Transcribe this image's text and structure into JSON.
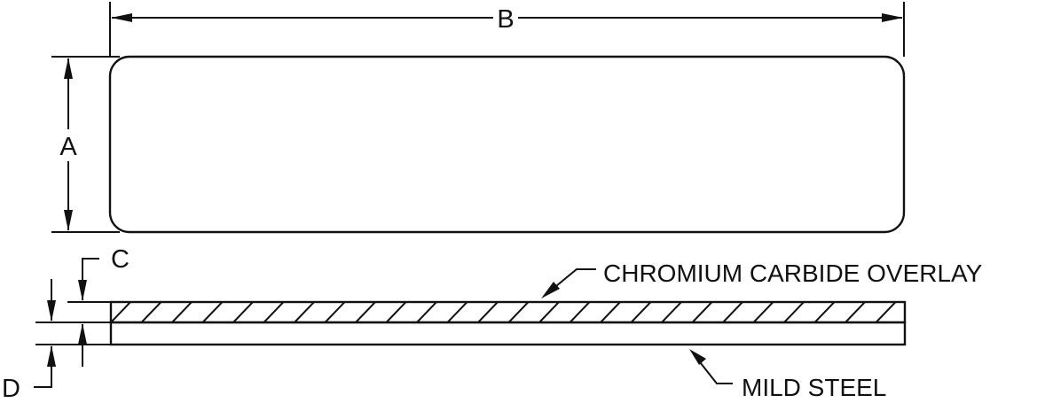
{
  "labels": {
    "dim_a": "A",
    "dim_b": "B",
    "dim_c": "C",
    "dim_d": "D",
    "overlay": "CHROMIUM CARBIDE OVERLAY",
    "base": "MILD STEEL"
  },
  "colors": {
    "line": "#111111",
    "background": "#ffffff"
  }
}
